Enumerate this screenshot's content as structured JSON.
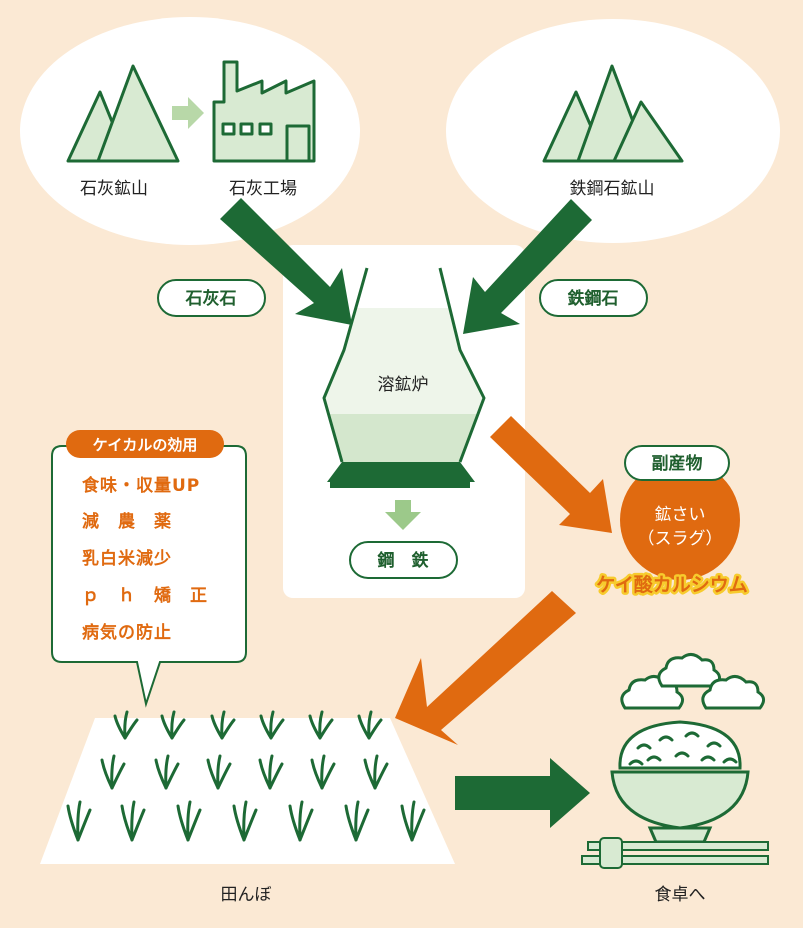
{
  "labels": {
    "limestone_mine": "石灰鉱山",
    "lime_factory": "石灰工場",
    "iron_ore_mine": "鉄鋼石鉱山",
    "limestone": "石灰石",
    "iron_ore": "鉄鋼石",
    "furnace": "溶鉱炉",
    "steel": "鋼　鉄",
    "byproduct": "副産物",
    "slag_line1": "鉱さい",
    "slag_line2": "（スラグ）",
    "calcium_silicate": "ケイ酸カルシウム",
    "paddy": "田んぼ",
    "to_table": "食卓へ"
  },
  "benefits": {
    "title": "ケイカルの効用",
    "items": [
      "食味・収量UP",
      "減　農　薬",
      "乳白米減少",
      "ｐ　ｈ　矯　正",
      "病気の防止"
    ]
  },
  "colors": {
    "dark_green": "#1d6a35",
    "light_green": "#d8ead2",
    "orange": "#e06a10",
    "background": "#fbe9d4",
    "yellow": "#f7cb2d"
  }
}
